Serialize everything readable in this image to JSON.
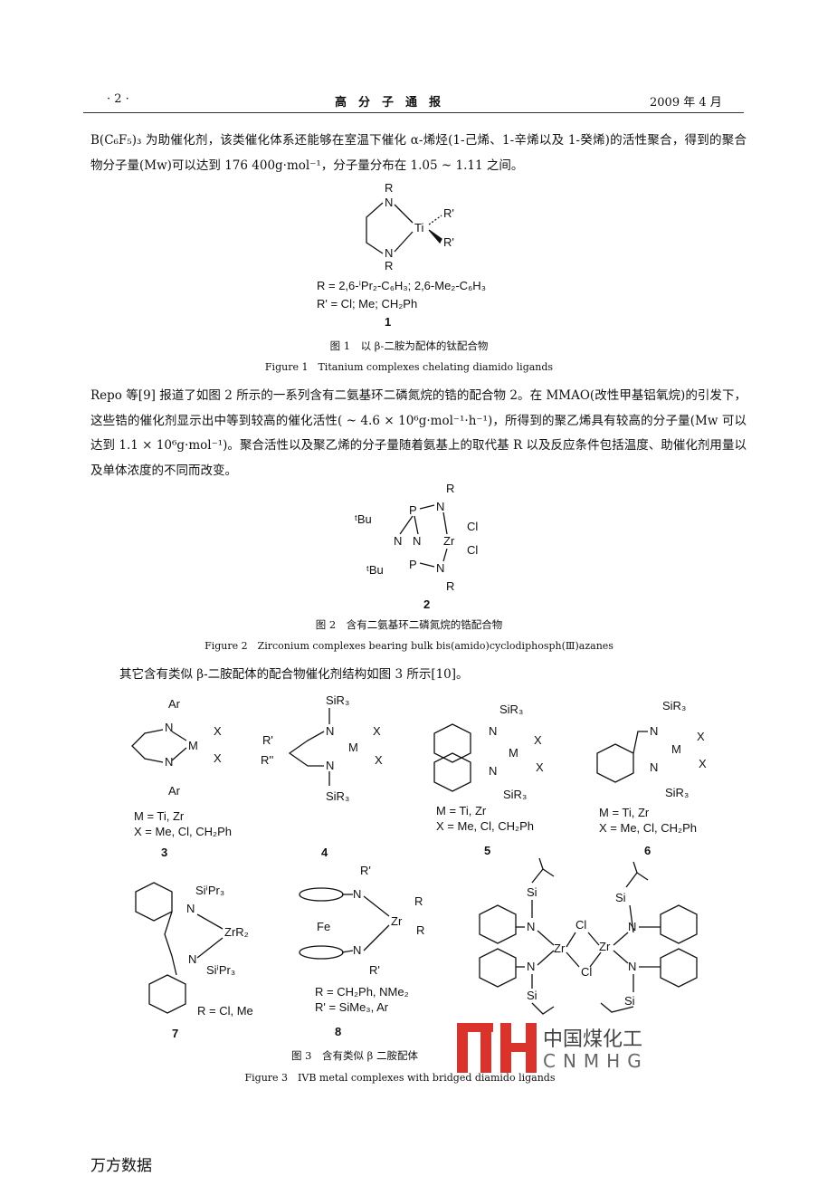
{
  "header": {
    "page_number": "· 2 ·",
    "journal": "高　分　子　通　报",
    "date": "2009 年 4 月"
  },
  "paragraphs": [
    "B(C₆F₅)₃ 为助催化剂，该类催化体系还能够在室温下催化 α-烯烃(1-己烯、1-辛烯以及 1-癸烯)的活性聚合，得到的聚合物分子量(Mw)可以达到 176 400g·mol⁻¹，分子量分布在 1.05 ~ 1.11 之间。",
    "Repo 等[9] 报道了如图 2 所示的一系列含有二氨基环二磷氮烷的锆的配合物 2。在 MMAO(改性甲基铝氧烷)的引发下，这些锆的催化剂显示出中等到较高的催化活性( ~ 4.6 × 10⁶g·mol⁻¹·h⁻¹)，所得到的聚乙烯具有较高的分子量(Mw 可以达到 1.1 × 10⁶g·mol⁻¹)。聚合活性以及聚乙烯的分子量随着氨基上的取代基 R 以及反应条件包括温度、助催化剂用量以及单体浓度的不同而改变。",
    "其它含有类似 β-二胺配体的配合物催化剂结构如图 3 所示[10]。"
  ],
  "figure1": {
    "atoms": {
      "R": "R",
      "N": "N",
      "Ti": "Ti",
      "Rp": "R'"
    },
    "line1": "R = 2,6-ⁱPr₂-C₆H₃; 2,6-Me₂-C₆H₃",
    "line2": "R' = Cl; Me; CH₂Ph",
    "number": "1",
    "caption_cn": "图 1　以 β-二胺为配体的钛配合物",
    "caption_en": "Figure 1　Titanium complexes chelating diamido ligands"
  },
  "figure2": {
    "atoms": {
      "R": "R",
      "tBu": "ᵗBu",
      "P": "P",
      "N": "N",
      "Zr": "Zr",
      "Cl": "Cl"
    },
    "number": "2",
    "caption_cn": "图 2　含有二氨基环二磷氮烷的锆配合物",
    "caption_en": "Figure 2　Zirconium complexes bearing bulk bis(amido)cyclodiphosph(Ⅲ)azanes"
  },
  "figure3": {
    "compounds": [
      {
        "number": "3",
        "lines": [
          "M = Ti, Zr",
          "X = Me, Cl, CH₂Ph"
        ],
        "atoms": [
          "Ar",
          "N",
          "M",
          "X"
        ]
      },
      {
        "number": "4",
        "lines": [],
        "atoms": [
          "SiR₃",
          "R'",
          "R''",
          "N",
          "M",
          "X"
        ]
      },
      {
        "number": "5",
        "lines": [
          "M = Ti, Zr",
          "X = Me, Cl, CH₂Ph"
        ],
        "atoms": [
          "SiR₃",
          "N",
          "M",
          "X"
        ]
      },
      {
        "number": "6",
        "lines": [
          "M = Ti, Zr",
          "X = Me, Cl, CH₂Ph"
        ],
        "atoms": [
          "SiR₃",
          "N",
          "M",
          "X"
        ]
      },
      {
        "number": "7",
        "lines": [
          "R = Cl, Me"
        ],
        "atoms": [
          "SiⁱPr₃",
          "N",
          "ZrR₂"
        ]
      },
      {
        "number": "8",
        "lines": [
          "R = CH₂Ph, NMe₂",
          "R' = SiMe₃, Ar"
        ],
        "atoms": [
          "R'",
          "N",
          "Fe",
          "Zr",
          "R"
        ]
      },
      {
        "number": "",
        "lines": [],
        "atoms": [
          "Si",
          "N",
          "Cl",
          "Zr"
        ]
      }
    ],
    "caption_cn": "图 3　含有类似 β 二胺配体",
    "caption_en": "Figure 3　IVB metal complexes with bridged diamido ligands"
  },
  "watermark": {
    "logo": "MH",
    "cn": "中国煤化工",
    "en": "CNMHG"
  },
  "footer": "万方数据",
  "colors": {
    "watermark_red": "#d9332b",
    "watermark_gray": "#666666"
  }
}
